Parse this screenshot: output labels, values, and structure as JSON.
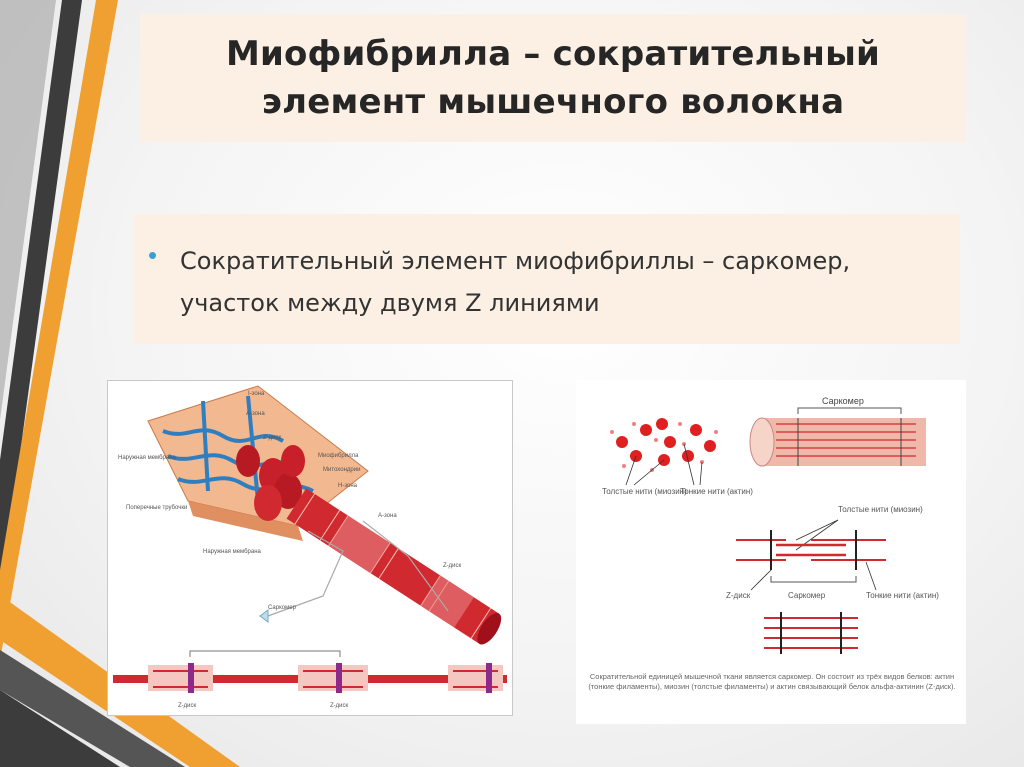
{
  "slide": {
    "title": "Миофибрилла – сократительный элемент мышечного волокна",
    "bullet": "Сократительный элемент миофибриллы – саркомер, участок между двумя Z линиями"
  },
  "left_figure": {
    "labels": {
      "i_zone": "I-зона",
      "a_zone": "А-зона",
      "z_disk": "Z-диск",
      "myofibril": "Миофибрилла",
      "mitochondria": "Митохондрии",
      "t_tubules": "Поперечные трубочки",
      "sarcolemma": "Наружная мембрана",
      "h_zone": "Н-зона",
      "a_zone2": "А-зона",
      "z_disk2": "Z-диск",
      "sarcomere": "Саркомер",
      "z_disk_bottom1": "Z-диск",
      "z_disk_bottom2": "Z-диск"
    }
  },
  "right_figure": {
    "labels": {
      "sarcomere_top": "Саркомер",
      "thick_filaments": "Толстые нити (миозин)",
      "thin_filaments": "Тонкие нити (актин)",
      "thick_filaments2": "Толстые нити (миозин)",
      "z_disk": "Z-диск",
      "sarcomere_mid": "Саркомер",
      "thin_filaments2": "Тонкие нити (актин)"
    },
    "caption": "Сократительной единицей мышечной ткани является саркомер. Он состоит из трёх видов белков: актин (тонкие филаменты), миозин (толстые филаменты) и актин связывающий белок альфа-актинин (Z-диск)."
  },
  "colors": {
    "title_bg": "#fbf0e3",
    "bullet": "#3aa0d0",
    "stripe_orange": "#f0a030",
    "stripe_dark": "#3c3c3c",
    "muscle_red": "#c8202a"
  }
}
